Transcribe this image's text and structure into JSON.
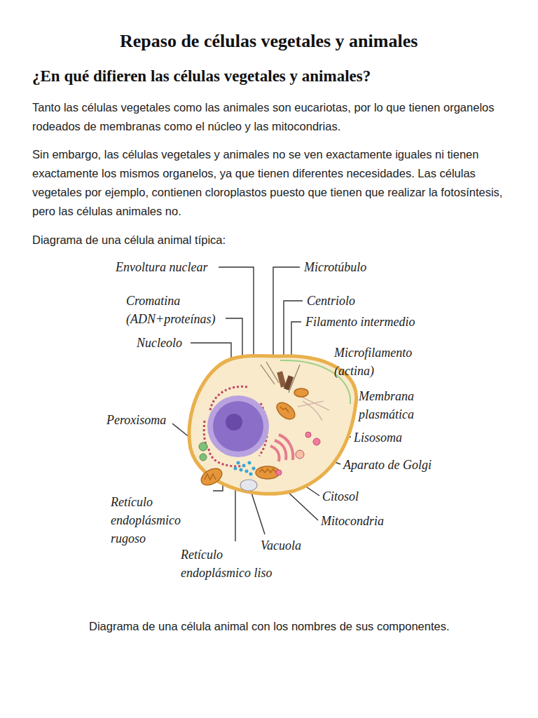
{
  "diagram": {
    "title": "Repaso de células vegetales y animales",
    "caption": "Diagrama de una célula animal con los nombres de sus componentes.",
    "labels": [
      "¿En qué difieren las células vegetales y animales?",
      "Tanto las células vegetales como las animales son eucariotas, por lo que tienen organelos rodeados de membranas como el núcleo y las mitocondrias.",
      "Sin embargo, las células vegetales y animales no se ven exactamente iguales ni tienen exactamente los mismos organelos, ya que tienen diferentes necesidades. Las células vegetales por ejemplo, contienen cloroplastos puesto que tienen que realizar la fotosíntesis, pero las células animales no.",
      "Diagrama de una célula animal típica:",
      "Envoltura nuclear",
      "Microtúbulo",
      "Cromatina (ADN+proteínas)",
      "Centriolo",
      "Filamento intermedio",
      "Nucleolo",
      "Microfilamento (actina)",
      "Membrana plasmática",
      "Peroxisoma",
      "Lisosoma",
      "Aparato de Golgi",
      "Citosol",
      "Mitocondria",
      "Retículo endoplásmico rugoso",
      "Vacuola",
      "Retículo endoplásmico liso"
    ]
  }
}
